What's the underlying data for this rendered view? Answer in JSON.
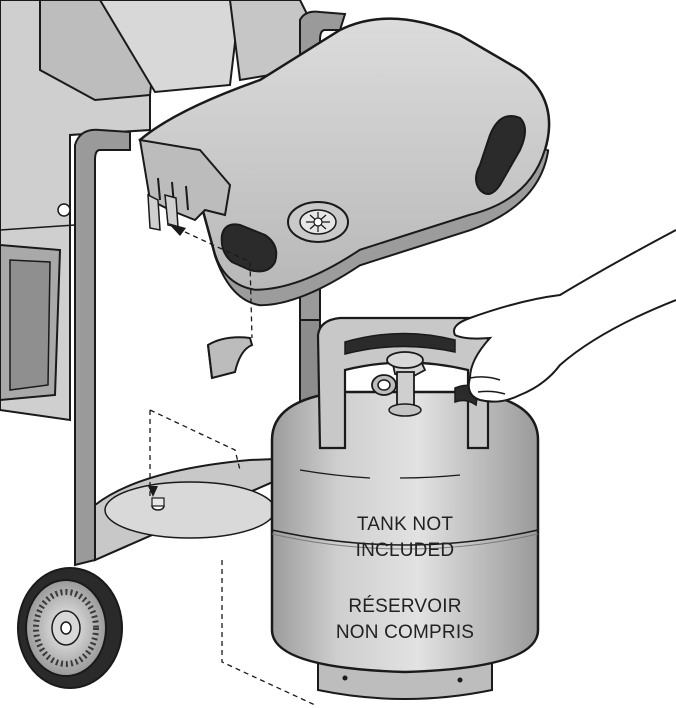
{
  "tank_label_en": {
    "line1": "TANK NOT",
    "line2": "INCLUDED"
  },
  "tank_label_fr": {
    "line1": "RÉSERVOIR",
    "line2": "NON COMPRIS"
  },
  "colors": {
    "outline": "#1a1a1a",
    "fill_light": "#d4d4d4",
    "fill_mid": "#bcbcbc",
    "fill_dark": "#8c8c8c",
    "background": "#ffffff"
  }
}
